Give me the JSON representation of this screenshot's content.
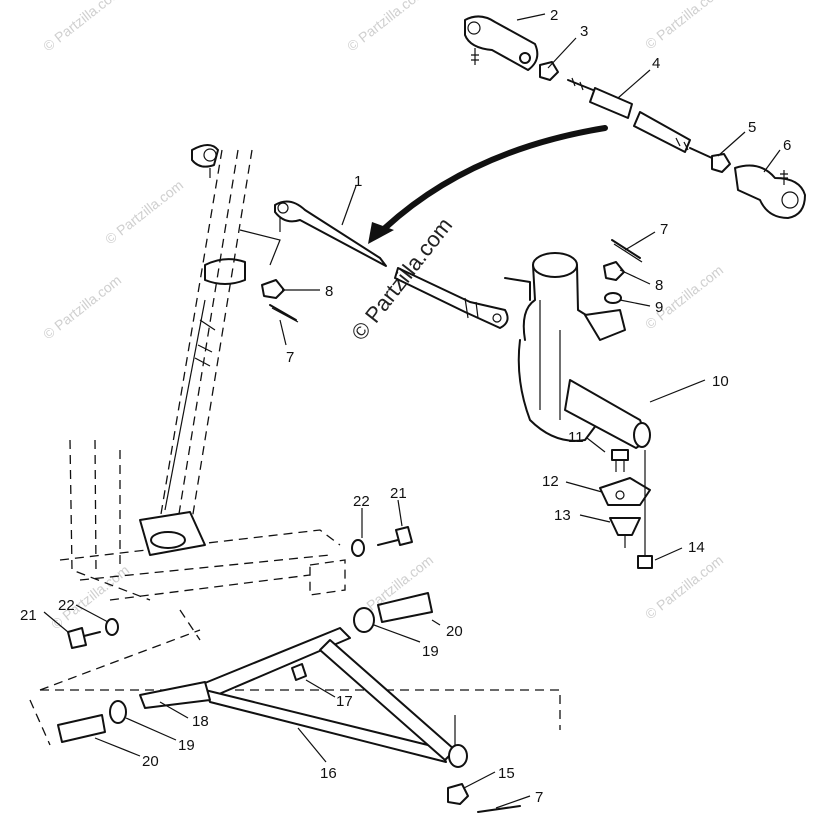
{
  "watermark": "© Partzilla.com",
  "callouts": {
    "c1": "1",
    "c2": "2",
    "c3": "3",
    "c4": "4",
    "c5": "5",
    "c6": "6",
    "c7a": "7",
    "c7b": "7",
    "c7c": "7",
    "c8a": "8",
    "c8b": "8",
    "c9": "9",
    "c10": "10",
    "c11": "11",
    "c12": "12",
    "c13": "13",
    "c14": "14",
    "c15": "15",
    "c16": "16",
    "c17": "17",
    "c18": "18",
    "c19a": "19",
    "c19b": "19",
    "c20a": "20",
    "c20b": "20",
    "c21a": "21",
    "c21b": "21",
    "c22a": "22",
    "c22b": "22"
  }
}
